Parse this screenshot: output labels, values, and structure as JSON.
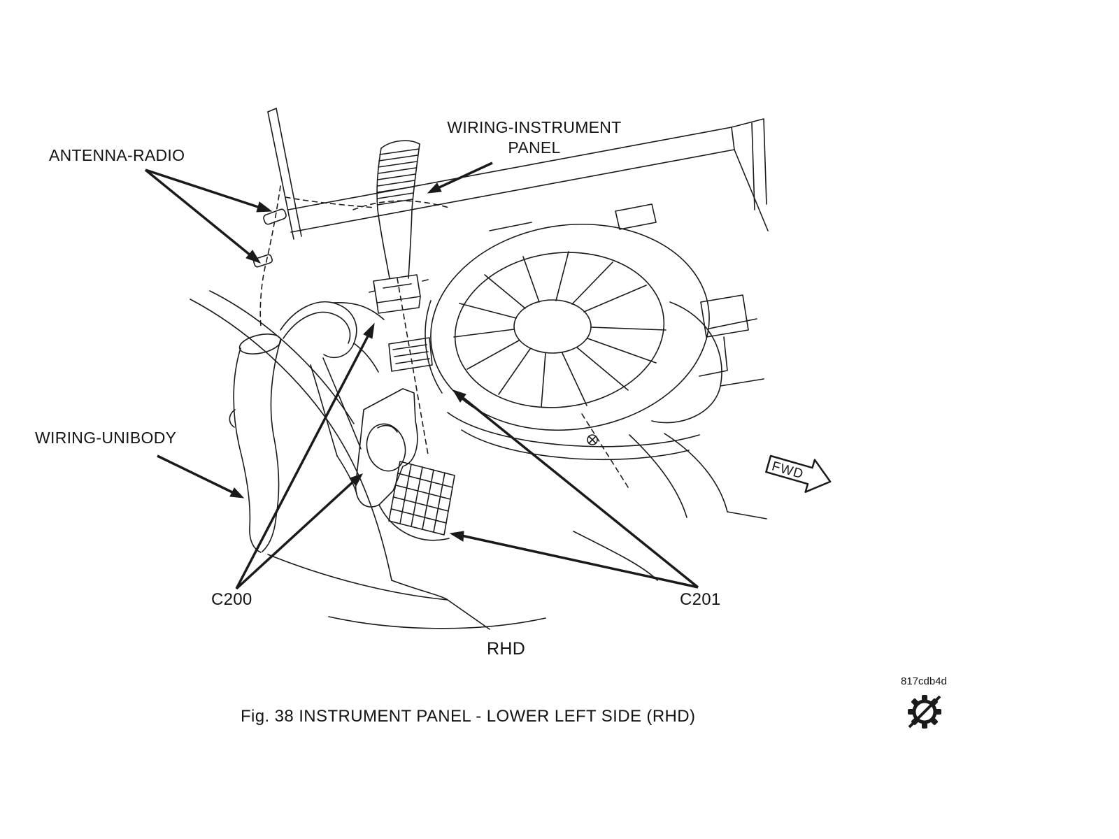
{
  "figure": {
    "caption": "Fig. 38  INSTRUMENT PANEL - LOWER LEFT SIDE  (RHD)",
    "drawing_code": "817cdb4d",
    "orientation_label": "RHD",
    "fwd_arrow_label": "FWD"
  },
  "callouts": {
    "antenna_radio": "ANTENNA-RADIO",
    "wiring_instrument_panel": "WIRING-INSTRUMENT\nPANEL",
    "wiring_unibody": "WIRING-UNIBODY",
    "c200": "C200",
    "c201": "C201"
  },
  "icons": {
    "fwd_arrow": "fwd-arrow-icon",
    "gear": "gear-icon"
  },
  "colors": {
    "ink": "#1a1a1a",
    "background": "#ffffff"
  }
}
